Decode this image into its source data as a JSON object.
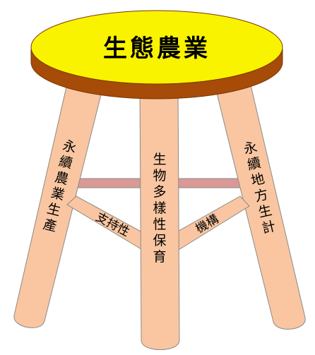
{
  "diagram": {
    "seat_title": "生態農業",
    "legs": [
      {
        "id": "left",
        "label": "永續農業生產"
      },
      {
        "id": "center",
        "label": "生物多樣性保育"
      },
      {
        "id": "right",
        "label": "永續地方生計"
      }
    ],
    "braces": [
      {
        "id": "left",
        "label": "支持性"
      },
      {
        "id": "right",
        "label": "機構"
      }
    ],
    "colors": {
      "seat_top": "#f9f300",
      "seat_side": "#a64b08",
      "leg_fill": "#f9c6a1",
      "leg_stroke": "#8a8a8a",
      "crossbar": "#d99a96"
    }
  }
}
